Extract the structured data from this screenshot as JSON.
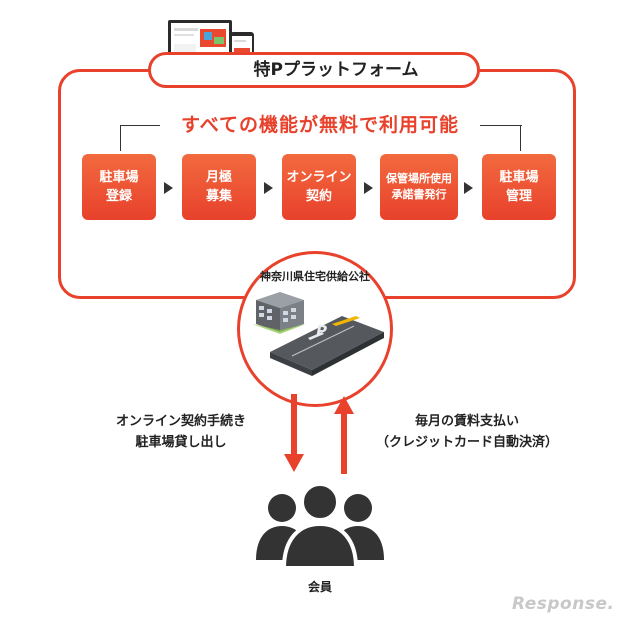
{
  "platform": {
    "title": "特Pプラットフォーム"
  },
  "free_banner": "すべての機能が無料で利用可能",
  "steps": [
    {
      "label": "駐車場\n登録"
    },
    {
      "label": "月極\n募集"
    },
    {
      "label": "オンライン\n契約"
    },
    {
      "label": "保管場所使用\n承諾書発行"
    },
    {
      "label": "駐車場\n管理"
    }
  ],
  "owner": {
    "name": "神奈川県住宅供給公社",
    "parking_sign": "P"
  },
  "left_caption": {
    "line1": "オンライン契約手続き",
    "line2": "駐車場貸し出し"
  },
  "right_caption": {
    "line1": "毎月の賃料支払い",
    "line2": "（クレジットカード自動決済）"
  },
  "members": {
    "label": "会員"
  },
  "watermark": "Response.",
  "colors": {
    "accent": "#e8412c",
    "accent_light": "#f26a3e",
    "text": "#222222",
    "icon": "#333333"
  }
}
